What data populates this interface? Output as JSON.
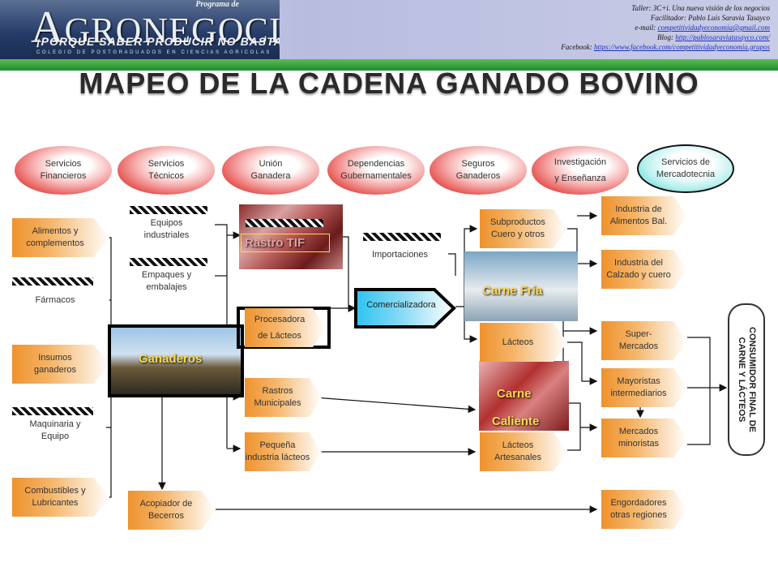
{
  "header": {
    "program": "Programa de",
    "brand_a": "A",
    "brand_rest": "GRONEGOCIOS",
    "tagline": "¡PORQUE SABER PRODUCIR NO BASTA!",
    "college": "COLEGIO DE POSTGRADUADOS EN CIENCIAS AGRICOLAS",
    "info": {
      "line1": "Taller: 3C+i. Una nueva visión de los negocios",
      "line2": "Facilitador: Pablo Luis Saravia Tasayco",
      "email_label": "e-mail: ",
      "email": "competitividadyeconomia@gmail.com",
      "blog_label": "Blog: ",
      "blog": "http://pablosaraviatasayco.com/",
      "facebook_label": "Facebook: ",
      "facebook": "https://www.facebook.com/competitividadyeconomia.grupos"
    }
  },
  "title": "MAPEO DE LA CADENA GANADO BOVINO",
  "services": [
    {
      "l1": "Servicios",
      "l2": "Financieros"
    },
    {
      "l1": "Servicios",
      "l2": "Técnicos"
    },
    {
      "l1": "Unión",
      "l2": "Ganadera"
    },
    {
      "l1": "Dependencias",
      "l2": "Gubernamentales"
    },
    {
      "l1": "Seguros",
      "l2": "Ganaderos"
    },
    {
      "l1": "Investigación",
      "l2": "y Enseñanza"
    },
    {
      "l1": "Servicios de",
      "l2": "Mercadotecnia"
    }
  ],
  "inputs": {
    "alimentos": {
      "l1": "Alimentos y",
      "l2": "complementos"
    },
    "farmacos": {
      "l1": "Fármacos"
    },
    "insumos": {
      "l1": "Insumos",
      "l2": "ganaderos"
    },
    "maquinaria": {
      "l1": "Maquinaria y",
      "l2": "Equipo"
    },
    "combustibles": {
      "l1": "Combustibles y",
      "l2": "Lubricantes"
    }
  },
  "equipment": {
    "equipos": {
      "l1": "Equipos",
      "l2": "industriales"
    },
    "empaques": {
      "l1": "Empaques y",
      "l2": "embalajes"
    }
  },
  "ganaderos": "Ganaderos",
  "rastro_tif": "Rastro TIF",
  "processors": {
    "procesadora": {
      "l1": "Procesadora",
      "l2": "de Lácteos"
    },
    "rastros": {
      "l1": "Rastros",
      "l2": "Municipales"
    },
    "pequena": {
      "l1": "Pequeña",
      "l2": "industria lácteos"
    },
    "acopiador": {
      "l1": "Acopiador de",
      "l2": "Becerros"
    }
  },
  "importaciones": "Importaciones",
  "comercializadora": "Comercializadora",
  "products": {
    "subproductos": {
      "l1": "Subproductos",
      "l2": "Cuero y otros"
    },
    "carne_fria": "Carne Fría",
    "lacteos": "Lácteos",
    "carne_caliente_1": "Carne",
    "carne_caliente_2": "Caliente",
    "lacteos_art": {
      "l1": "Lácteos",
      "l2": "Artesanales"
    }
  },
  "markets": {
    "ind_alimentos": {
      "l1": "Industria de",
      "l2": "Alimentos Bal."
    },
    "ind_calzado": {
      "l1": "Industria del",
      "l2": "Calzado y cuero"
    },
    "super": {
      "l1": "Super-",
      "l2": "Mercados"
    },
    "mayoristas": {
      "l1": "Mayoristas",
      "l2": "intermediarios"
    },
    "minoristas": {
      "l1": "Mercados",
      "l2": "minoristas"
    },
    "engordadores": {
      "l1": "Engordadores",
      "l2": "otras regiones"
    }
  },
  "consumidor": {
    "l1": "CONSUMIDOR FINAL DE",
    "l2": "CARNE Y LÁCTEOS"
  },
  "colors": {
    "orange": "#ee922e",
    "red": "#e3423e",
    "cyan": "#38d0cf",
    "green": "#1f8d2c"
  }
}
